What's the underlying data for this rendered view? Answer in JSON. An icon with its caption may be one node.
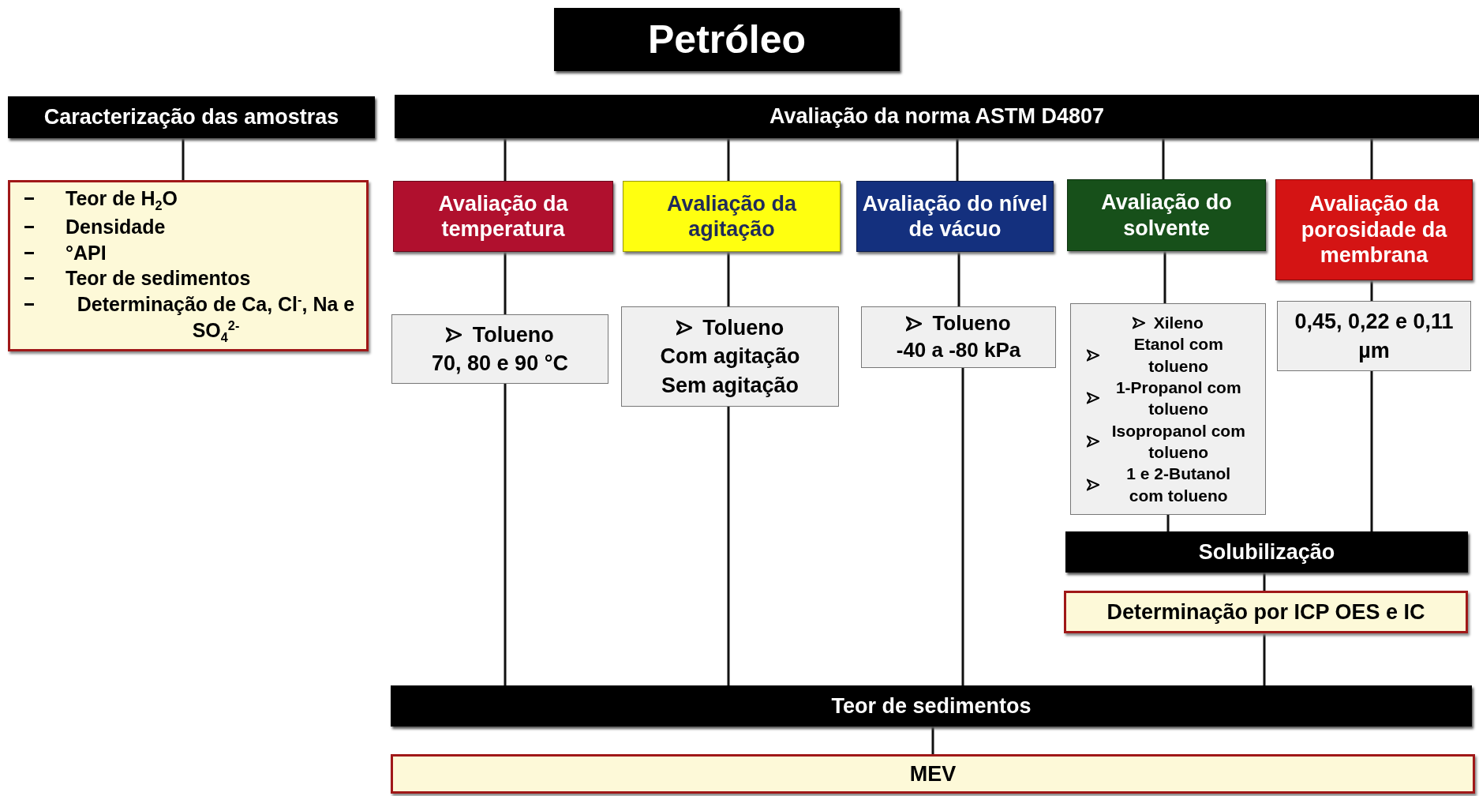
{
  "diagram": {
    "nodes": [
      {
        "text": [
          "Petróleo"
        ]
      },
      {
        "text": [
          "Caracterização das amostras"
        ]
      },
      {
        "text": [
          "Teor de H$_{2}$O",
          "Densidade",
          "°API",
          "Teor de sedimentos",
          "Determinação de Ca, Cl$^{-}$, Na e SO$_{4}$$^{2-}$"
        ]
      },
      {
        "text": [
          "Avaliação da norma ASTM D4807"
        ]
      },
      {
        "text": [
          "Avaliação da temperatura"
        ]
      },
      {
        "text": [
          "Avaliação da agitação"
        ]
      },
      {
        "text": [
          "Avaliação do nível de vácuo"
        ]
      },
      {
        "text": [
          "Avaliação do solvente"
        ]
      },
      {
        "text": [
          "Avaliação da porosidade da membrana"
        ]
      },
      {
        "text": [
          "Tolueno",
          "70, 80 e 90 °C"
        ]
      },
      {
        "text": [
          "Tolueno",
          "Com agitação",
          "Sem agitação"
        ]
      },
      {
        "text": [
          "Tolueno",
          "-40 a -80 kPa"
        ]
      },
      {
        "text": [
          "Xileno",
          "Etanol com tolueno",
          "1-Propanol com tolueno",
          "Isopropanol com tolueno",
          "1 e 2-Butanol com tolueno"
        ]
      },
      {
        "text": [
          "0,45, 0,22 e 0,11 µm"
        ]
      },
      {
        "text": [
          "Solubilização"
        ]
      },
      {
        "text": [
          "Determinação por ICP OES e IC"
        ]
      },
      {
        "text": [
          "Teor de sedimentos"
        ]
      },
      {
        "text": [
          "MEV"
        ]
      }
    ],
    "edges": [
      {
        "from": 1,
        "to": 2,
        "arrow": "none"
      },
      {
        "from": 3,
        "to": 4,
        "arrow": "none"
      },
      {
        "from": 3,
        "to": 5,
        "arrow": "none"
      },
      {
        "from": 3,
        "to": 6,
        "arrow": "none"
      },
      {
        "from": 3,
        "to": 7,
        "arrow": "none"
      },
      {
        "from": 3,
        "to": 8,
        "arrow": "none"
      },
      {
        "from": 4,
        "to": 9,
        "arrow": "none"
      },
      {
        "from": 5,
        "to": 10,
        "arrow": "none"
      },
      {
        "from": 6,
        "to": 11,
        "arrow": "none"
      },
      {
        "from": 7,
        "to": 12,
        "arrow": "none"
      },
      {
        "from": 8,
        "to": 13,
        "arrow": "none"
      },
      {
        "from": 12,
        "to": 14,
        "arrow": "none"
      },
      {
        "from": 13,
        "to": 14,
        "arrow": "none"
      },
      {
        "from": 14,
        "to": 15,
        "arrow": "none"
      },
      {
        "from": 9,
        "to": 16,
        "arrow": "none"
      },
      {
        "from": 10,
        "to": 16,
        "arrow": "none"
      },
      {
        "from": 11,
        "to": 16,
        "arrow": "none"
      },
      {
        "from": 15,
        "to": 16,
        "arrow": "none"
      },
      {
        "from": 16,
        "to": 17,
        "arrow": "none"
      }
    ]
  }
}
